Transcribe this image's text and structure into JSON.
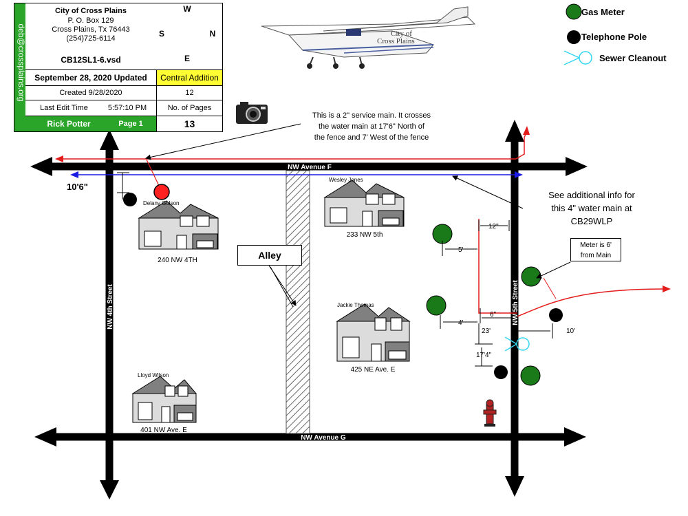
{
  "title_block": {
    "side_email": "deb@crossplains.org",
    "org": "City of Cross Plains",
    "po_box": "P. O. Box 129",
    "city_state": "Cross Plains, Tx  76443",
    "phone": "(254)725-6114",
    "file": "CB12SL1-6.vsd",
    "updated": "September 28, 2020 Updated",
    "addition": "Central Addition",
    "created": "Created 9/28/2020",
    "created_num": "12",
    "last_edit_label": "Last Edit Time",
    "last_edit_time": "5:57:10 PM",
    "pages_label": "No. of Pages",
    "author": "Rick Potter",
    "page": "Page 1",
    "page_count": "13"
  },
  "compass": {
    "north": "N",
    "south": "S",
    "east": "E",
    "west": "W"
  },
  "plane_text": {
    "line1": "City of",
    "line2": "Cross Plains"
  },
  "legend": {
    "gas_meter": "Gas Meter",
    "telephone_pole": "Telephone Pole",
    "sewer_cleanout": "Sewer Cleanout"
  },
  "streets": {
    "avenue_f": "NW Avenue F",
    "avenue_g": "NW Avenue G",
    "fourth": "NW 4th Street",
    "fifth": "NW 5th Street",
    "alley": "Alley"
  },
  "houses": {
    "h240_owner": "Delany Golson",
    "h240_addr": "240 NW 4TH",
    "h233_owner": "Wesley Jones",
    "h233_addr": "233 NW 5th",
    "h425_owner": "Jackie Thomas",
    "h425_addr": "425 NE Ave. E",
    "h401_owner": "Lloyd Wilson",
    "h401_addr": "401 NW Ave. E"
  },
  "notes": {
    "service_main_1": "This is a 2\" service main. It crosses",
    "service_main_2": "the water main  at 17'6\" North of",
    "service_main_3": "the fence and 7' West of the fence",
    "water_main_1": "See additional info for",
    "water_main_2": "this 4\" water main at",
    "water_main_3": "CB29WLP",
    "meter_1": "Meter is 6'",
    "meter_2": "from Main"
  },
  "dimensions": {
    "d10_6": "10'6\"",
    "d12": "12\"",
    "d5": "5'",
    "d4": "4'",
    "d6": "6\"",
    "d23": "23'",
    "d17_4": "17'4\"",
    "d10": "10'"
  },
  "colors": {
    "gas_meter": "#1a7a1a",
    "red_main": "#e41c1c",
    "blue_main": "#1a1ae0",
    "sewer": "#33d6f0",
    "title_green": "#2aa52a",
    "title_yellow": "#ffff33"
  }
}
